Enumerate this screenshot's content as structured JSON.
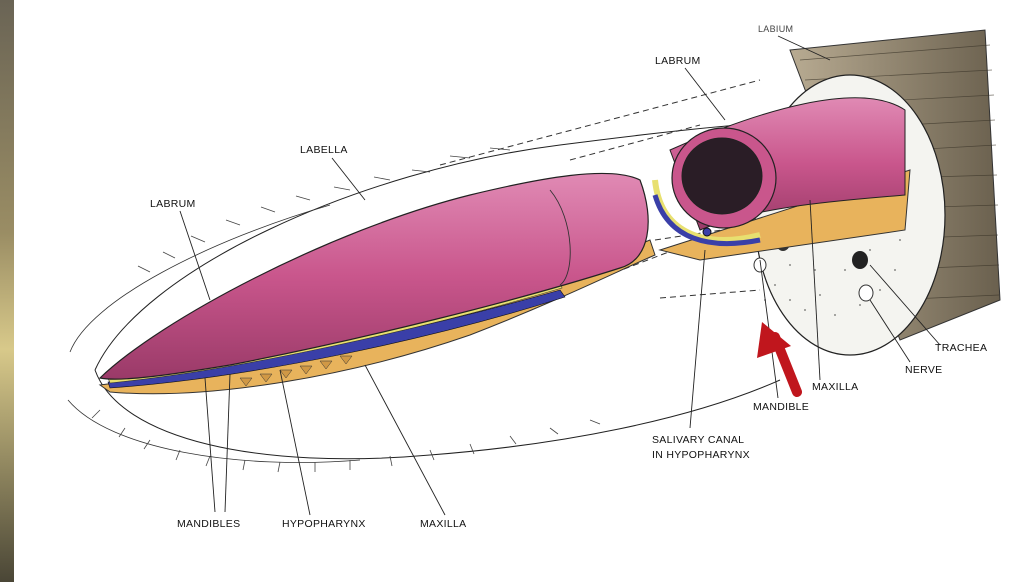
{
  "labels": {
    "labium": "LABIUM",
    "labrum_top": "LABRUM",
    "labella": "LABELLA",
    "labrum_left": "LABRUM",
    "trachea": "TRACHEA",
    "nerve": "NERVE",
    "maxilla_right": "MAXILLA",
    "mandible": "MANDIBLE",
    "salivary_line1": "SALIVARY CANAL",
    "salivary_line2": "IN HYPOPHARYNX",
    "mandibles": "MANDIBLES",
    "hypopharynx": "HYPOPHARYNX",
    "maxilla_bottom": "MAXILLA"
  },
  "colors": {
    "labrum": "#c9568c",
    "maxilla": "#e8b35c",
    "hypopharynx": "#3a3fa8",
    "mandible": "#e8e070",
    "arrow": "#c0161d",
    "labium": "#8a7e6a"
  },
  "annotation": {
    "arrow": "arrow-pointing-to-mandible-icon"
  }
}
